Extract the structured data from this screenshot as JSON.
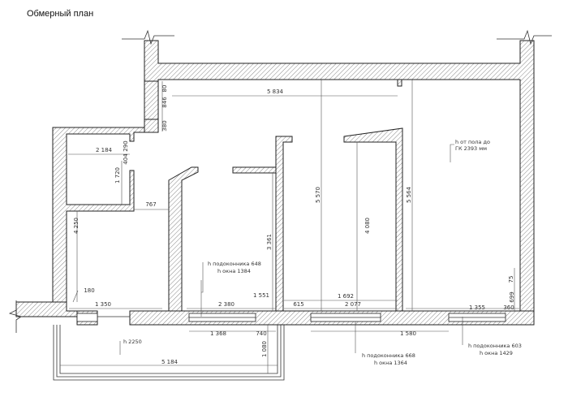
{
  "title": "Обмерный план",
  "dimensions": {
    "top_width": "5 834",
    "d80": "80",
    "d846": "846",
    "d380": "380",
    "d2184": "2 184",
    "d290": "290",
    "d404": "404",
    "d1720": "1 720",
    "d767": "767",
    "d4250": "4 250",
    "d180": "180",
    "d1350": "1 350",
    "d3361": "3 361",
    "d5570": "5 570",
    "d4080": "4 080",
    "d5564": "5 564",
    "d1551": "1 551",
    "d1692": "1 692",
    "d2380": "2 380",
    "d615": "615",
    "d2077": "2 077",
    "d1355": "1 355",
    "d360": "360",
    "d699": "699",
    "d75": "75",
    "d1368": "1 368",
    "d740": "740",
    "d1580": "1 580",
    "d5184": "5 184",
    "d1080": "1 080"
  },
  "notes": {
    "height_note_1": "h от пола до",
    "height_note_2": "ГК 2393 мм",
    "sill1_a": "h подоконника 648",
    "sill1_b": "h окна 1384",
    "sill2_a": "h подоконника 668",
    "sill2_b": "h окна 1364",
    "sill3_a": "h подоконника 603",
    "sill3_b": "h окна 1429",
    "balcony_h": "h 2250"
  }
}
